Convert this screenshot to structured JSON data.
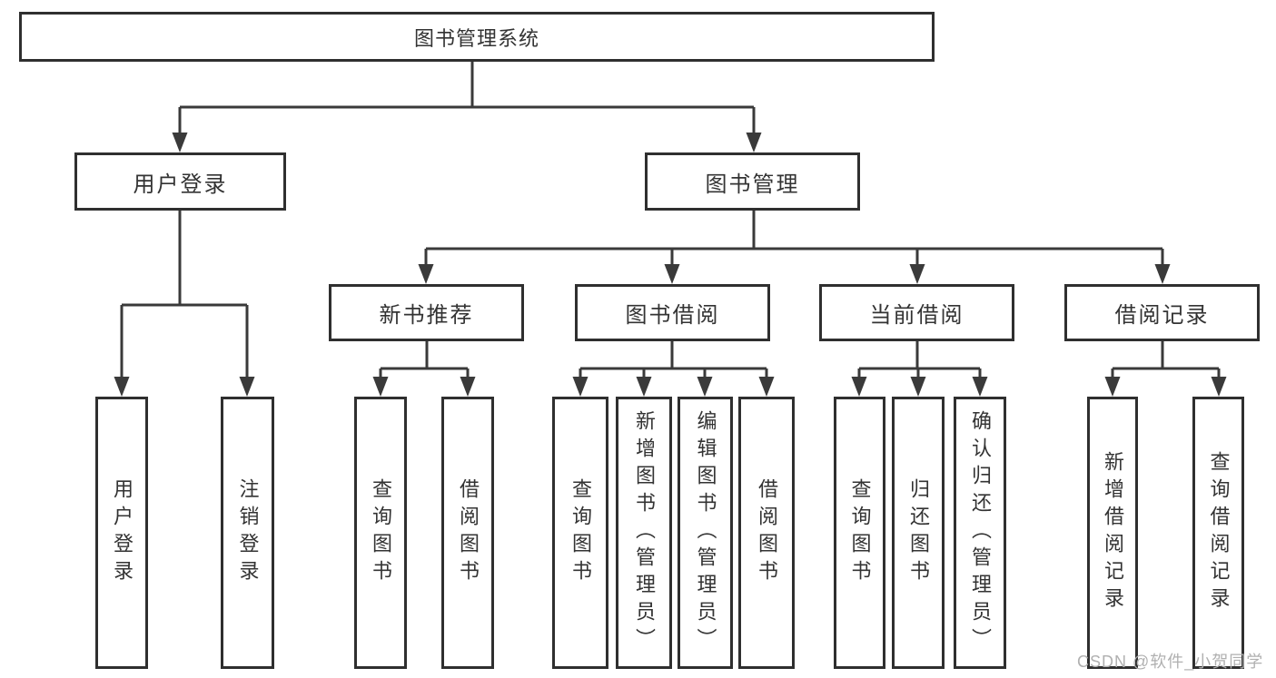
{
  "tree": {
    "root": "图书管理系统",
    "branches": [
      {
        "label": "用户登录",
        "leaves": [
          "用户登录",
          "注销登录"
        ]
      },
      {
        "label": "图书管理",
        "groups": [
          {
            "label": "新书推荐",
            "leaves": [
              "查询图书",
              "借阅图书"
            ]
          },
          {
            "label": "图书借阅",
            "leaves": [
              "查询图书",
              "新增图书（管理员）",
              "编辑图书（管理员）",
              "借阅图书"
            ]
          },
          {
            "label": "当前借阅",
            "leaves": [
              "查询图书",
              "归还图书",
              "确认归还（管理员）"
            ]
          },
          {
            "label": "借阅记录",
            "leaves": [
              "新增借阅记录",
              "查询借阅记录"
            ]
          }
        ]
      }
    ]
  },
  "watermark": "CSDN @软件_小贺同学",
  "colors": {
    "line": "#3a3a3a",
    "box_border": "#2f2f2f",
    "text": "#333333",
    "box_fill": "#ffffff",
    "background": "#ffffff",
    "watermark": "#b0b0b0"
  }
}
